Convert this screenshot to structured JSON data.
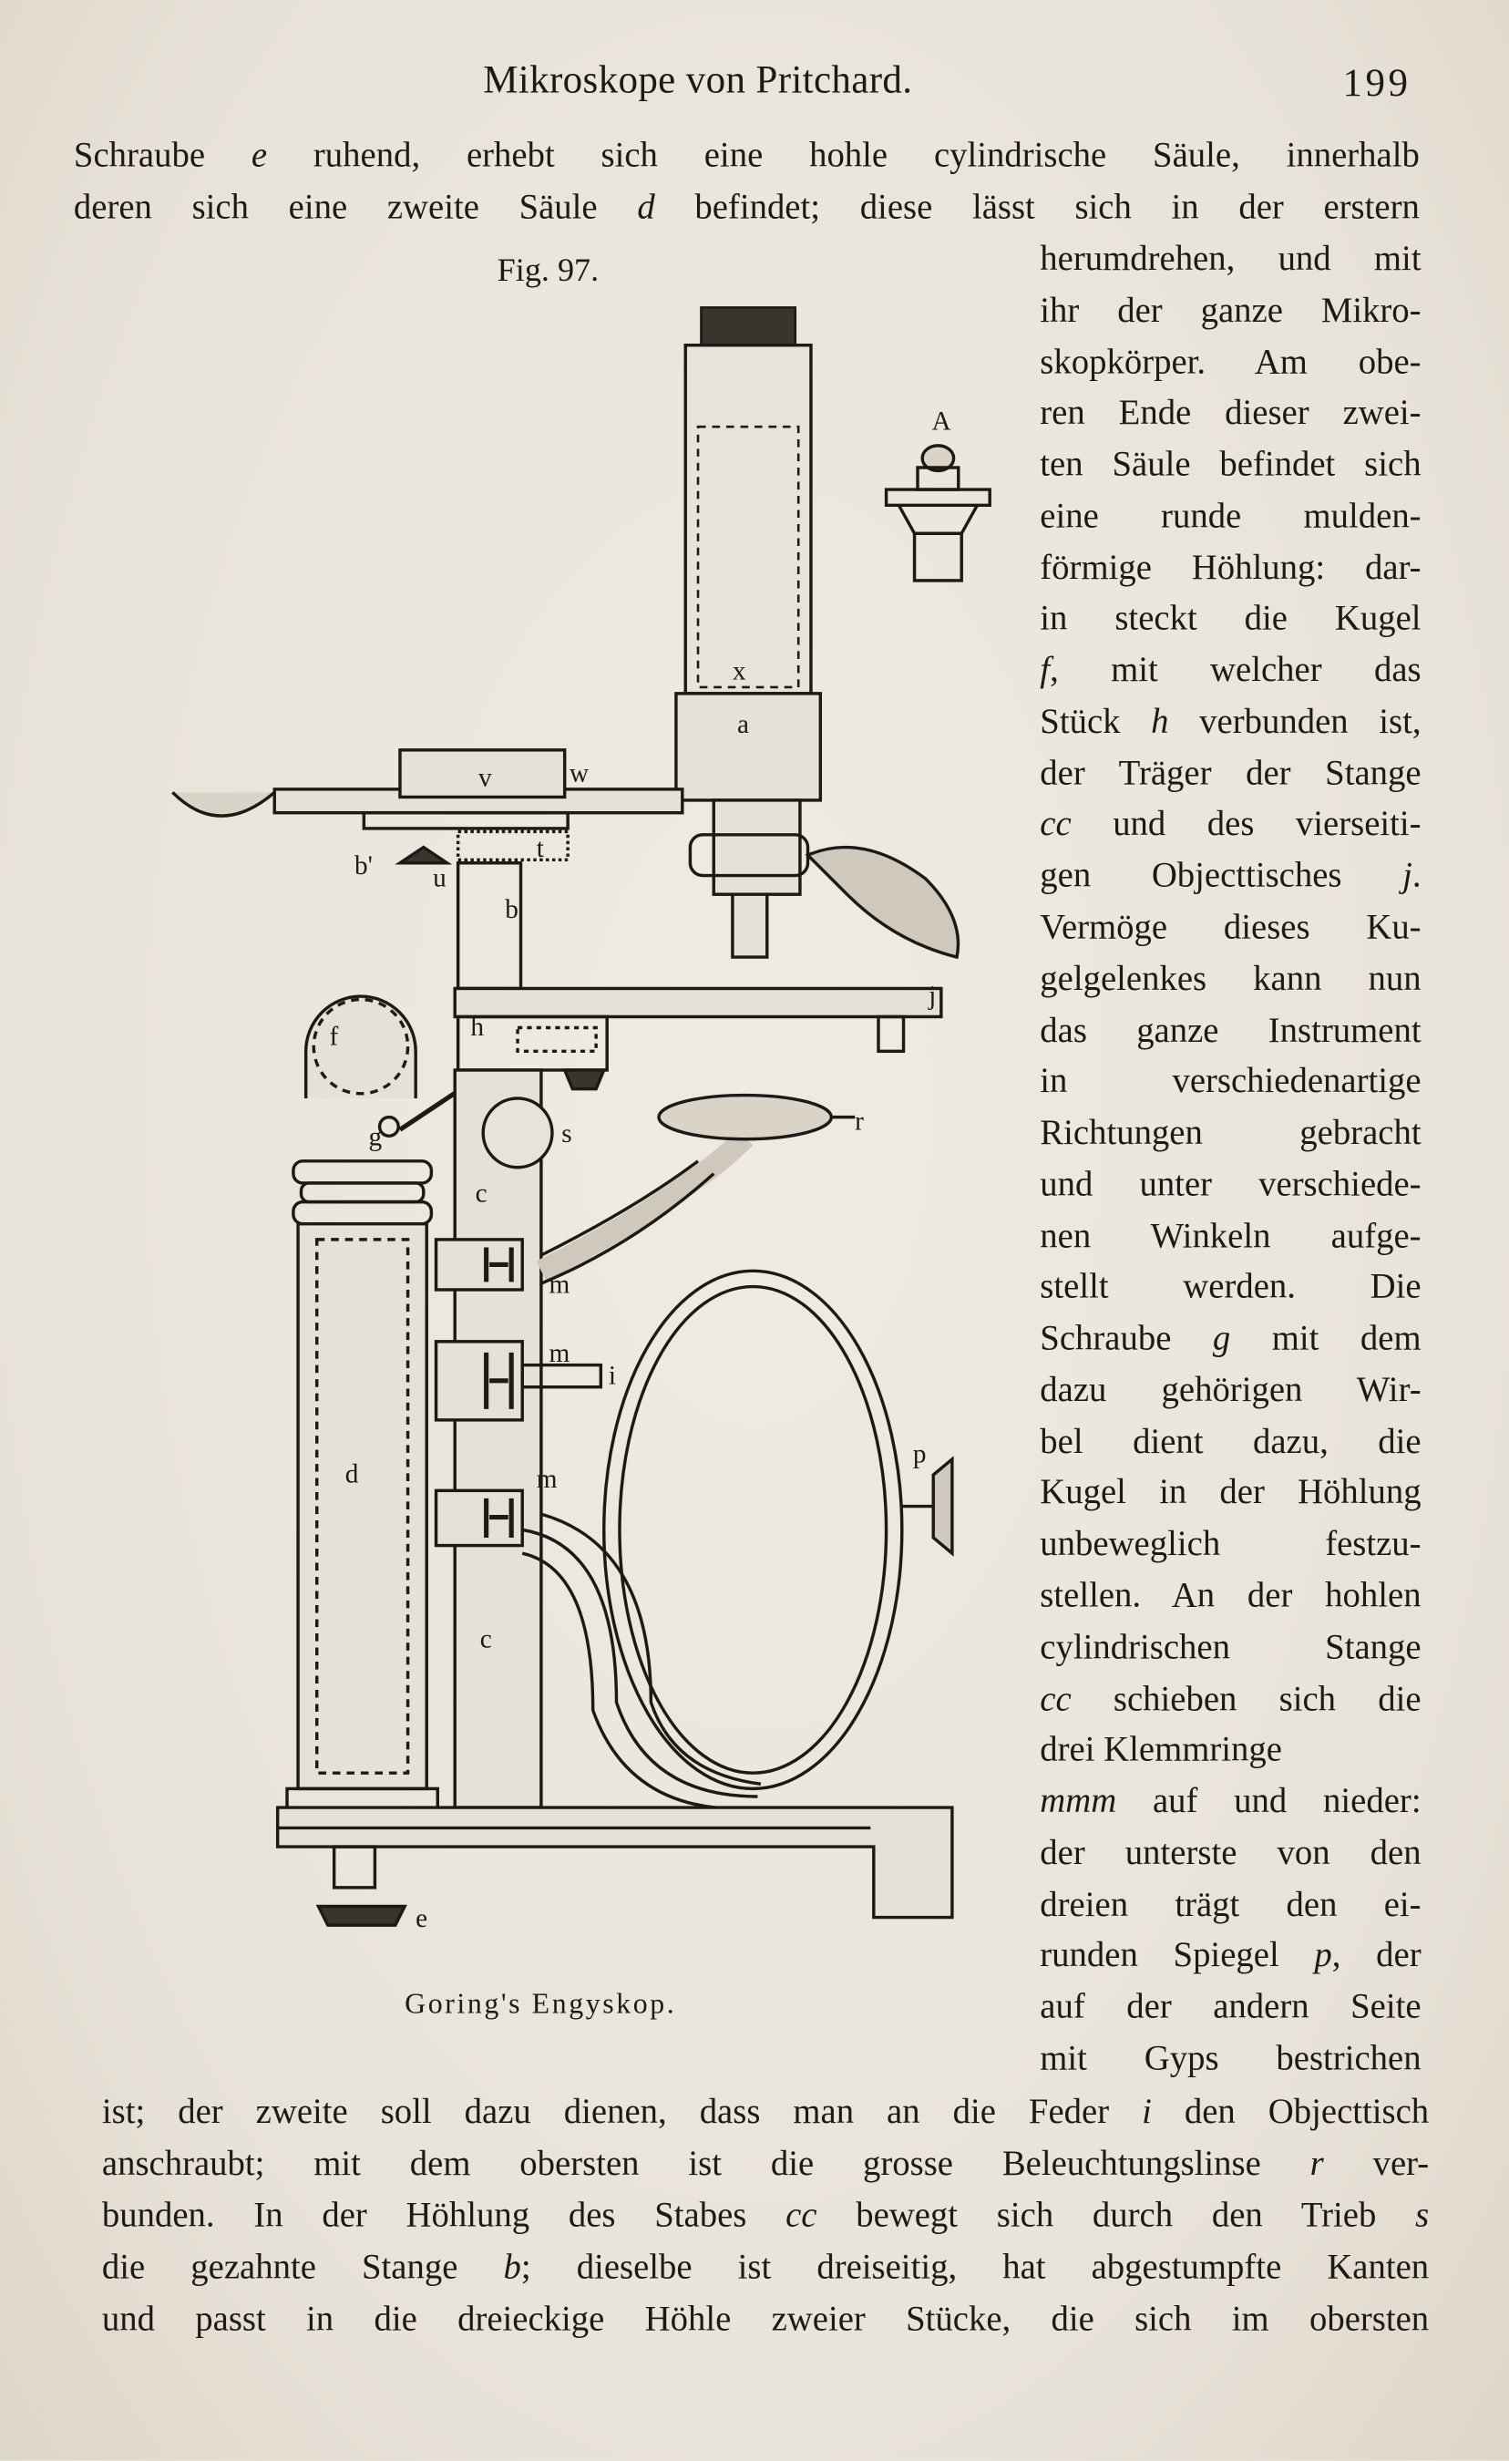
{
  "header": {
    "title": "Mikroskope von Pritchard.",
    "page_number": "199"
  },
  "figure": {
    "label": "Fig. 97.",
    "caption": "Goring's Engyskop.",
    "part_labels": [
      "A",
      "x",
      "a",
      "v",
      "w",
      "b'",
      "u",
      "t",
      "b",
      "j",
      "f",
      "h",
      "g",
      "s",
      "r",
      "c",
      "m",
      "m",
      "i",
      "p",
      "d",
      "m",
      "c",
      "e"
    ]
  },
  "text": {
    "top_lines": [
      [
        "Schraube ",
        {
          "i": "e"
        },
        " ruhend, erhebt sich eine hohle cylindrische Säule, innerhalb"
      ],
      [
        "deren sich eine zweite Säule ",
        {
          "i": "d"
        },
        " befindet; diese lässt sich in der erstern"
      ]
    ],
    "column_lines": [
      [
        "herumdrehen, und mit"
      ],
      [
        "ihr der ganze Mikro-"
      ],
      [
        "skopkörper. Am obe-"
      ],
      [
        "ren Ende dieser zwei-"
      ],
      [
        "ten Säule befindet sich"
      ],
      [
        "eine runde mulden-"
      ],
      [
        "förmige Höhlung: dar-"
      ],
      [
        "in steckt die Kugel"
      ],
      [
        {
          "i": "f"
        },
        ", mit welcher das"
      ],
      [
        "Stück ",
        {
          "i": "h"
        },
        " verbunden ist,"
      ],
      [
        "der Träger der Stange"
      ],
      [
        {
          "i": "cc"
        },
        " und des vierseiti-"
      ],
      [
        "gen Objecttisches ",
        {
          "i": "j"
        },
        "."
      ],
      [
        "Vermöge dieses Ku-"
      ],
      [
        "gelgelenkes kann nun"
      ],
      [
        "das ganze Instrument"
      ],
      [
        "in verschiedenartige"
      ],
      [
        "Richtungen gebracht"
      ],
      [
        "und unter verschiede-"
      ],
      [
        "nen Winkeln aufge-"
      ],
      [
        "stellt werden. Die"
      ],
      [
        "Schraube ",
        {
          "i": "g"
        },
        " mit dem"
      ],
      [
        "dazu gehörigen Wir-"
      ],
      [
        "bel dient dazu, die"
      ],
      [
        "Kugel in der Höhlung"
      ],
      [
        "unbeweglich festzu-"
      ],
      [
        "stellen. An der hohlen"
      ],
      [
        "cylindrischen Stange"
      ],
      [
        {
          "i": "cc"
        },
        " schieben sich die"
      ],
      [
        "drei Klemmringe"
      ],
      [
        {
          "i": "mmm"
        },
        " auf und nieder:"
      ],
      [
        "der unterste von den"
      ],
      [
        "dreien trägt den ei-"
      ],
      [
        "runden Spiegel ",
        {
          "i": "p"
        },
        ", der"
      ],
      [
        "auf der andern Seite"
      ],
      [
        "mit Gyps bestrichen"
      ]
    ],
    "bottom_lines": [
      [
        "ist; der zweite soll dazu dienen, dass man an die Feder ",
        {
          "i": "i"
        },
        " den Objecttisch"
      ],
      [
        "anschraubt; mit dem obersten ist die grosse Beleuchtungslinse ",
        {
          "i": "r"
        },
        " ver-"
      ],
      [
        "bunden. In der Höhlung des Stabes ",
        {
          "i": "cc"
        },
        " bewegt sich durch den Trieb ",
        {
          "i": "s"
        }
      ],
      [
        "die gezahnte Stange ",
        {
          "i": "b"
        },
        "; dieselbe ist dreiseitig, hat abgestumpfte Kanten"
      ],
      [
        "und passt in die dreieckige Höhle zweier Stücke, die sich im obersten"
      ]
    ]
  }
}
